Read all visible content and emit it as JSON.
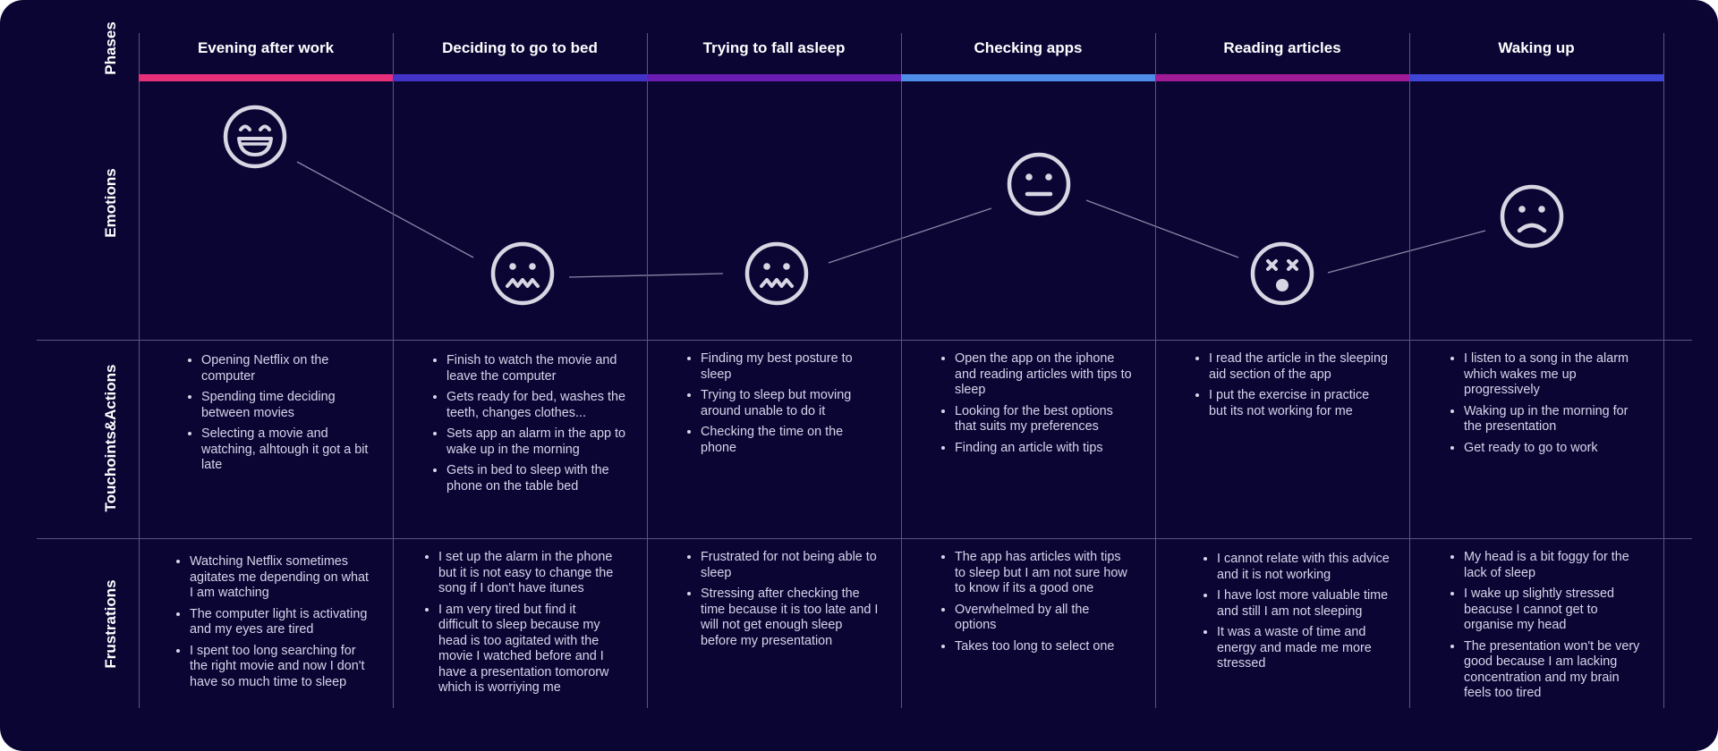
{
  "row_labels": {
    "phases": "Phases",
    "emotions": "Emotions",
    "touchpoints": "Touchoints&Actions",
    "frustrations": "Frustrations"
  },
  "colors": {
    "background": "#0b0534",
    "grid": "#5a5680",
    "face": "#d9d6e3"
  },
  "phases": [
    {
      "title": "Evening after work",
      "color": "#e8307a",
      "emotion": "happy",
      "emotion_icon": "laughing-face-icon",
      "touchpoints": [
        "Opening Netflix on the computer",
        "Spending time deciding between movies",
        "Selecting a movie and watching, alhtough it got a bit late"
      ],
      "frustrations": [
        "Watching Netflix sometimes agitates me depending on what I am watching",
        "The computer light is activating and my eyes are tired",
        "I spent too long searching for the right movie and now I don't have so much time to sleep"
      ]
    },
    {
      "title": "Deciding to go to bed",
      "color": "#4333c9",
      "emotion": "nervous",
      "emotion_icon": "grimacing-face-icon",
      "touchpoints": [
        "Finish to watch the movie and leave the computer",
        "Gets ready for bed, washes the teeth, changes clothes...",
        "Sets app an alarm in the app to wake up in the morning",
        "Gets in bed to sleep with the phone on the table bed"
      ],
      "frustrations": [
        "I set up the alarm in the phone but it is not easy to change the song if I don't have itunes",
        "I am very tired but find it difficult to sleep because my head is too agitated with the movie I watched before and I have a presentation tomororw which is worriying me"
      ]
    },
    {
      "title": "Trying to fall asleep",
      "color": "#6a1cb3",
      "emotion": "nervous",
      "emotion_icon": "grimacing-face-icon",
      "touchpoints": [
        "Finding my best posture to sleep",
        "Trying to sleep but moving around unable to do it",
        "Checking the time on the phone"
      ],
      "frustrations": [
        "Frustrated for not being able to sleep",
        "Stressing after checking the time because it is too late and I will not get enough sleep before my presentation"
      ]
    },
    {
      "title": "Checking apps",
      "color": "#4e8de8",
      "emotion": "neutral",
      "emotion_icon": "neutral-face-icon",
      "touchpoints": [
        "Open the app on the iphone and reading articles with tips to sleep",
        "Looking for the best options that suits my preferences",
        "Finding an article with tips"
      ],
      "frustrations": [
        "The app has articles with tips to sleep but I am not sure how to know if its a good one",
        "Overwhelmed by all the options",
        "Takes too long to select one"
      ]
    },
    {
      "title": "Reading articles",
      "color": "#a01b95",
      "emotion": "dizzy",
      "emotion_icon": "dizzy-face-icon",
      "touchpoints": [
        "I read the article in the sleeping aid section of the app",
        "I put the exercise in practice but its not working for me"
      ],
      "frustrations": [
        "I cannot relate with this advice and it is not working",
        "I have lost more valuable time and still I am not sleeping",
        "It was a waste of time and energy and made me more stressed"
      ]
    },
    {
      "title": "Waking up",
      "color": "#3f45d6",
      "emotion": "sad",
      "emotion_icon": "frowning-face-icon",
      "touchpoints": [
        "I listen to a song in the alarm which wakes me up progressively",
        "Waking up in the morning for the presentation",
        "Get ready to go to work"
      ],
      "frustrations": [
        "My head is a bit foggy for the lack of sleep",
        "I wake up slightly stressed beacuse I cannot get to organise my head",
        "The presentation won't be very good because I am lacking concentration and my brain feels too tired"
      ]
    }
  ]
}
